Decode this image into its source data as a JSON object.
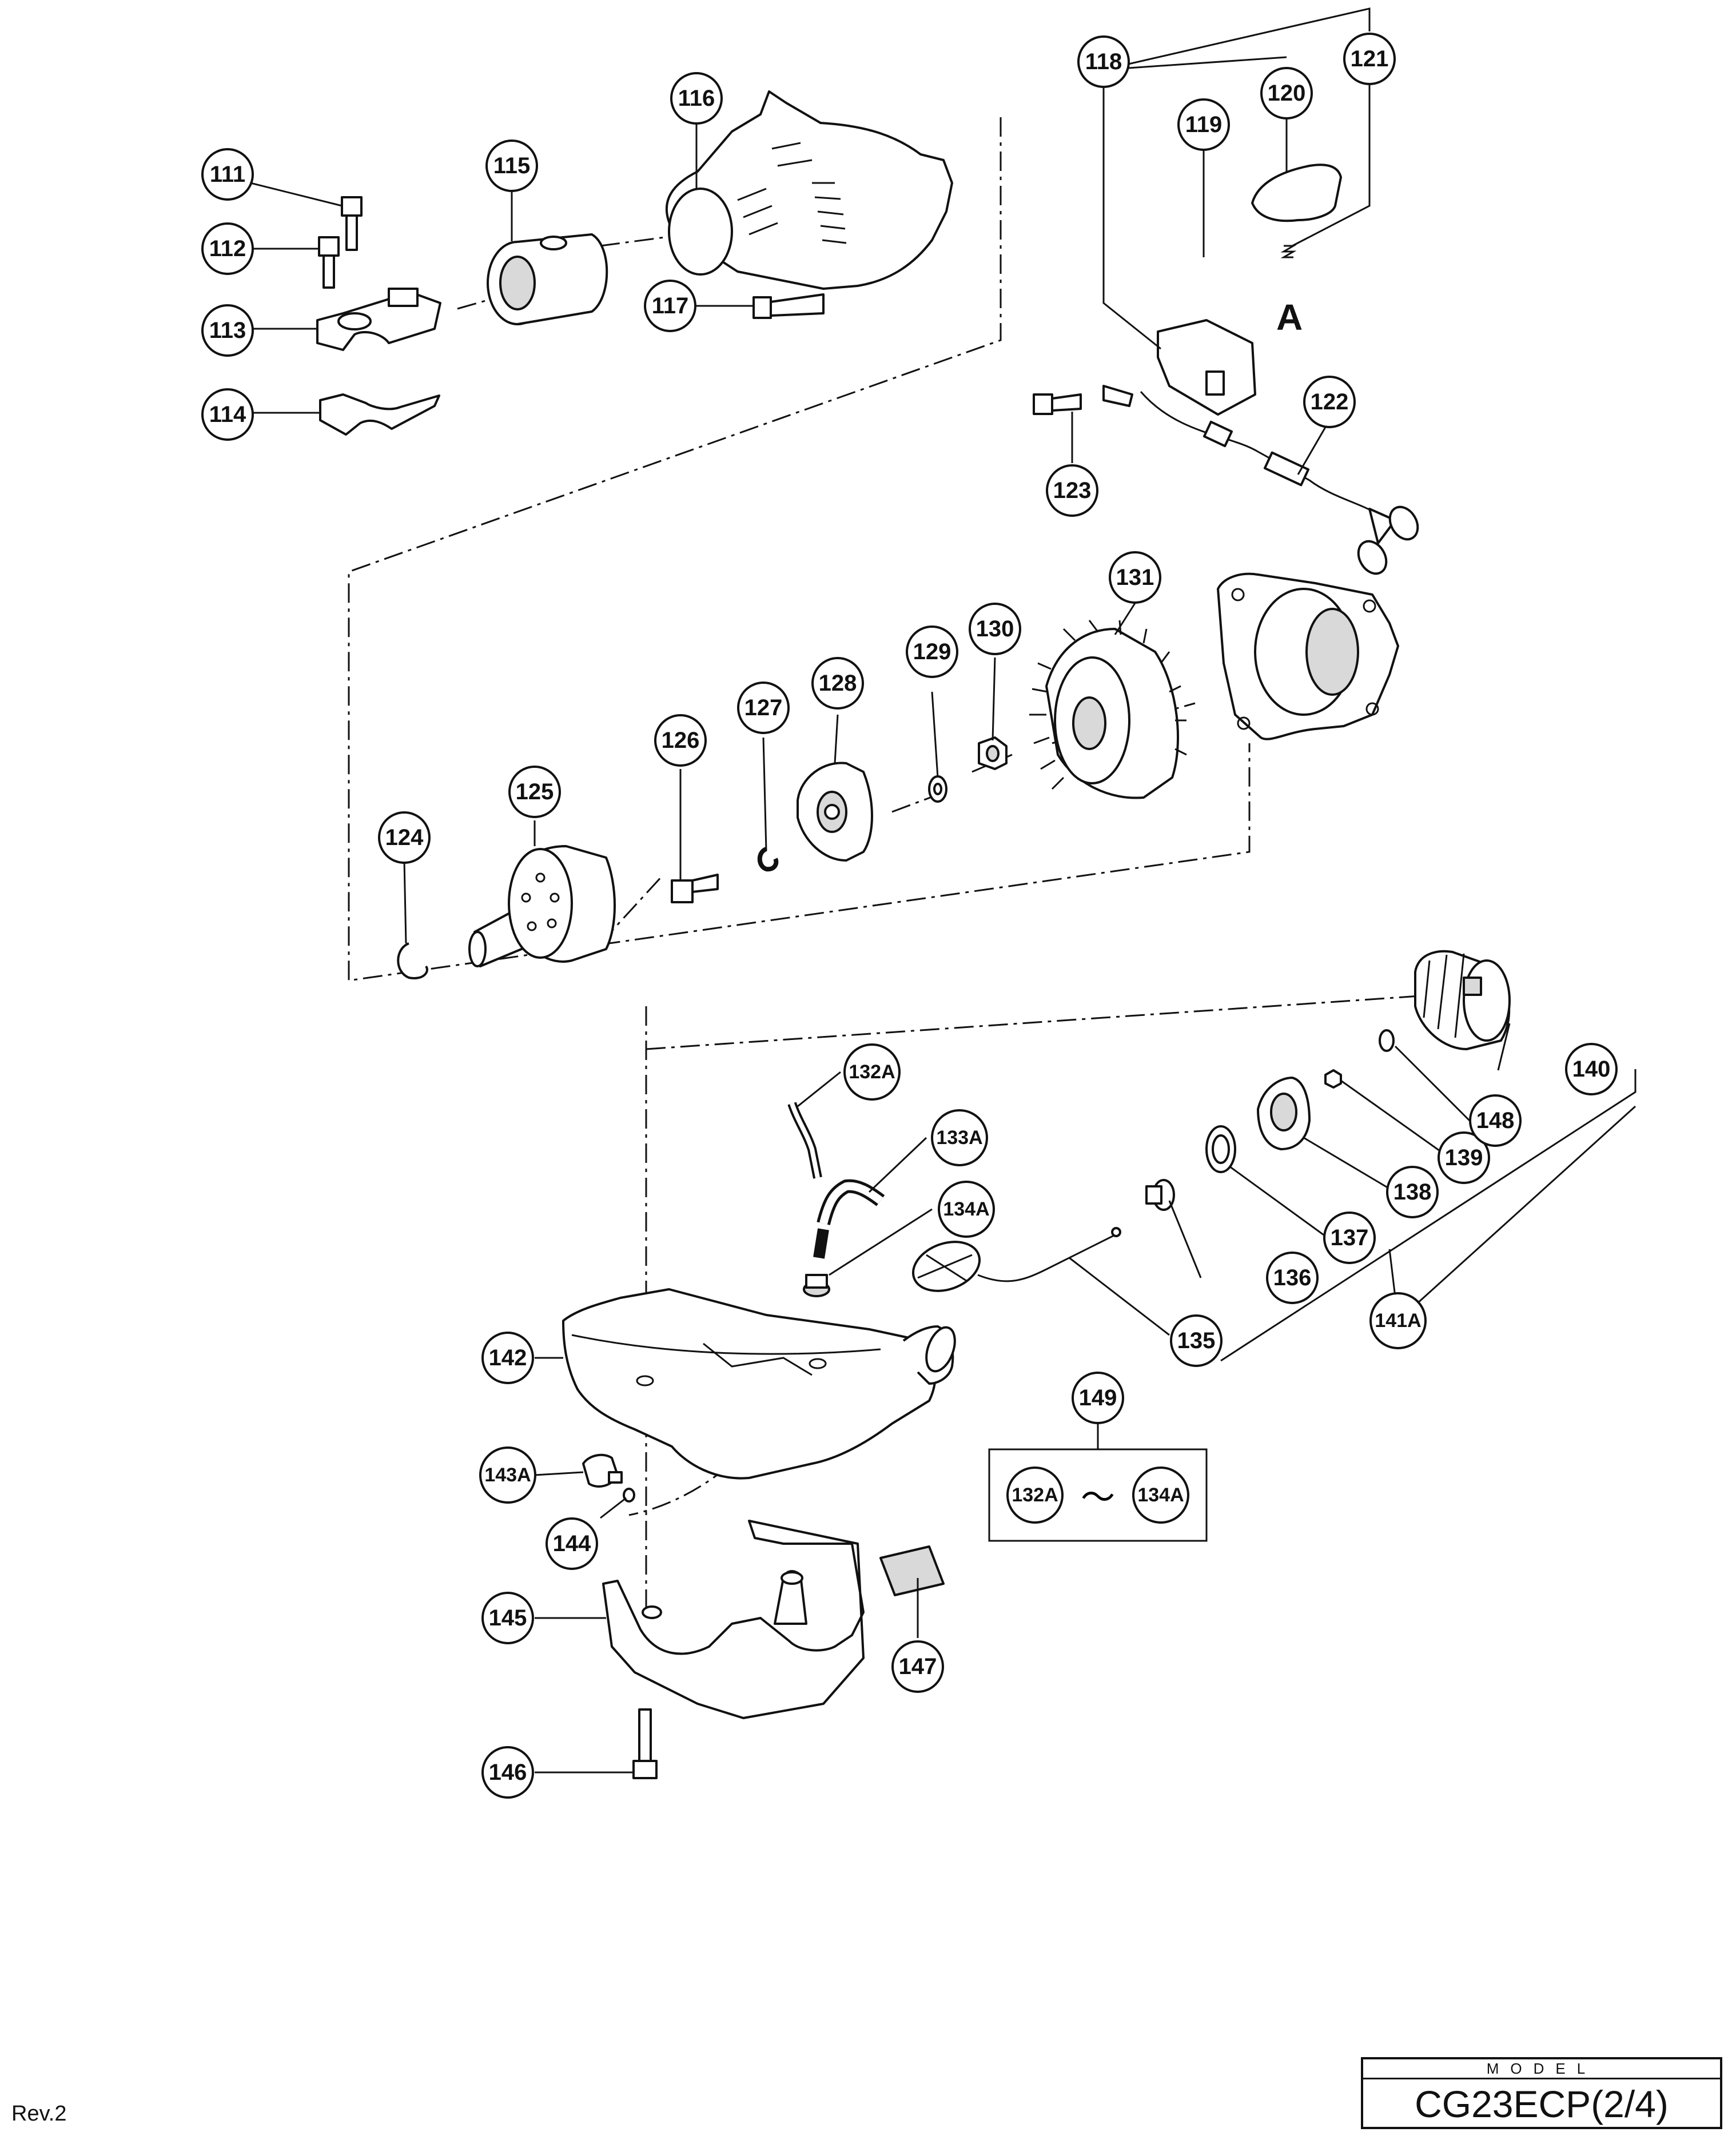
{
  "labels": {
    "view_marker": "A",
    "revision": "Rev.2",
    "model_caption": "MODEL",
    "model_name": "CG23ECP(2/4)",
    "range_separator": "～"
  },
  "parts": [
    {
      "id": "p111",
      "num": "111"
    },
    {
      "id": "p112",
      "num": "112"
    },
    {
      "id": "p113",
      "num": "113"
    },
    {
      "id": "p114",
      "num": "114"
    },
    {
      "id": "p115",
      "num": "115"
    },
    {
      "id": "p116",
      "num": "116"
    },
    {
      "id": "p117",
      "num": "117"
    },
    {
      "id": "p118",
      "num": "118"
    },
    {
      "id": "p119",
      "num": "119"
    },
    {
      "id": "p120",
      "num": "120"
    },
    {
      "id": "p121",
      "num": "121"
    },
    {
      "id": "p122",
      "num": "122"
    },
    {
      "id": "p123",
      "num": "123"
    },
    {
      "id": "p124",
      "num": "124"
    },
    {
      "id": "p125",
      "num": "125"
    },
    {
      "id": "p126",
      "num": "126"
    },
    {
      "id": "p127",
      "num": "127"
    },
    {
      "id": "p128",
      "num": "128"
    },
    {
      "id": "p129",
      "num": "129"
    },
    {
      "id": "p130",
      "num": "130"
    },
    {
      "id": "p131",
      "num": "131"
    },
    {
      "id": "p132A",
      "num": "132A"
    },
    {
      "id": "p133A",
      "num": "133A"
    },
    {
      "id": "p134A",
      "num": "134A"
    },
    {
      "id": "p135",
      "num": "135"
    },
    {
      "id": "p136",
      "num": "136"
    },
    {
      "id": "p137",
      "num": "137"
    },
    {
      "id": "p138",
      "num": "138"
    },
    {
      "id": "p139",
      "num": "139"
    },
    {
      "id": "p140",
      "num": "140"
    },
    {
      "id": "p141A",
      "num": "141A"
    },
    {
      "id": "p142",
      "num": "142"
    },
    {
      "id": "p143A",
      "num": "143A"
    },
    {
      "id": "p144",
      "num": "144"
    },
    {
      "id": "p145",
      "num": "145"
    },
    {
      "id": "p146",
      "num": "146"
    },
    {
      "id": "p147",
      "num": "147"
    },
    {
      "id": "p148",
      "num": "148"
    },
    {
      "id": "p149",
      "num": "149"
    }
  ],
  "kit_149": {
    "from": "132A",
    "to": "134A"
  }
}
